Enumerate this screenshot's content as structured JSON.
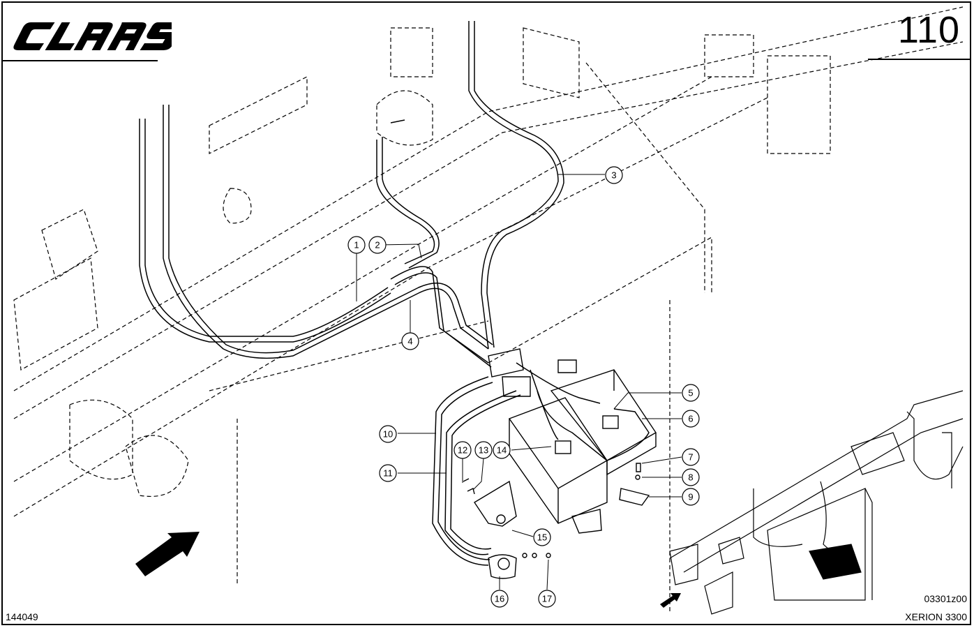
{
  "brand": {
    "logo_text": "CLAAS"
  },
  "page_number": "110",
  "drawing_id": "144049",
  "image_code": "03301z00",
  "model": "XERION 3300",
  "callouts": [
    "1",
    "2",
    "3",
    "4",
    "5",
    "6",
    "7",
    "8",
    "9",
    "10",
    "11",
    "12",
    "13",
    "14",
    "15",
    "16",
    "17"
  ],
  "colors": {
    "ink": "#000000",
    "paper": "#ffffff"
  },
  "icons": {
    "direction_arrow": "direction-arrow-icon"
  }
}
